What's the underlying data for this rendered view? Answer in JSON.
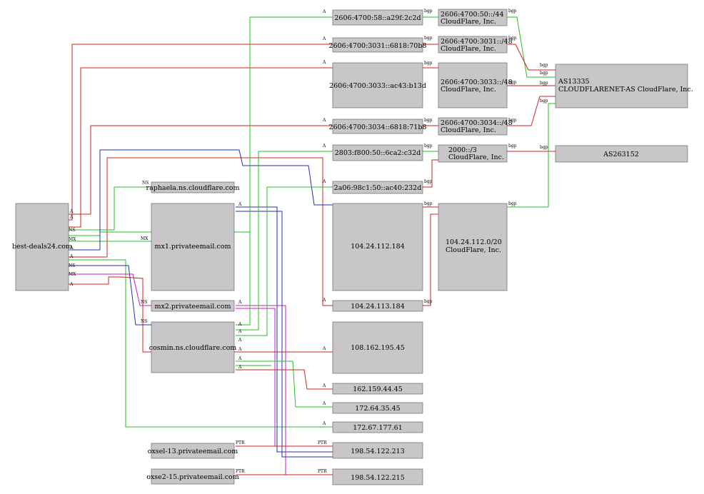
{
  "nodes": {
    "best_deals": "best-deals24.com",
    "raphaela": "raphaela.ns.cloudflare.com",
    "mx1": "mx1.privateemail.com",
    "mx2": "mx2.privateemail.com",
    "cosmin": "cosmin.ns.cloudflare.com",
    "oxsel13": "oxsel-13.privateemail.com",
    "oxse215": "oxse2-15.privateemail.com",
    "ip6_a29f": "2606:4700:58::a29f:2c2d",
    "ip6_70b8": "2606:4700:3031::6818:70b8",
    "ip6_b13d": "2606:4700:3033::ac43:b13d",
    "ip6_71b8": "2606:4700:3034::6818:71b8",
    "ip6_c32d": "2803:f800:50::6ca2:c32d",
    "ip6_232d": "2a06:98c1:50::ac40:232d",
    "ip_112_184": "104.24.112.184",
    "ip_113_184": "104.24.113.184",
    "ip_108": "108.162.195.45",
    "ip_162": "162.159.44.45",
    "ip_172_64": "172.64.35.45",
    "ip_172_67": "172.67.177.61",
    "ip_198_213": "198.54.122.213",
    "ip_198_215": "198.54.122.215",
    "pfx_50_44": [
      "2606:4700:50::/44",
      "CloudFlare, Inc."
    ],
    "pfx_3031": [
      "2606:4700:3031::/48",
      "CloudFlare, Inc."
    ],
    "pfx_3033": [
      "2606:4700:3033::/48",
      "CloudFlare, Inc."
    ],
    "pfx_3034": [
      "2606:4700:3034::/48",
      "CloudFlare, Inc."
    ],
    "pfx_2000": [
      "2000::/3",
      "CloudFlare, Inc."
    ],
    "pfx_104": [
      "104.24.112.0/20",
      "CloudFlare, Inc."
    ],
    "as13335": [
      "AS13335",
      "CLOUDFLARENET-AS CloudFlare, Inc."
    ],
    "as263152": "AS263152"
  },
  "edge_labels": {
    "a": "A",
    "ns": "NS",
    "mx": "MX",
    "ptr": "PTR",
    "bgp": "bgp"
  },
  "colors": {
    "node_fill": "#c8c6c8",
    "red": "#d22222",
    "green": "#22c022",
    "blue": "#2030b0",
    "magenta": "#c020c0"
  }
}
